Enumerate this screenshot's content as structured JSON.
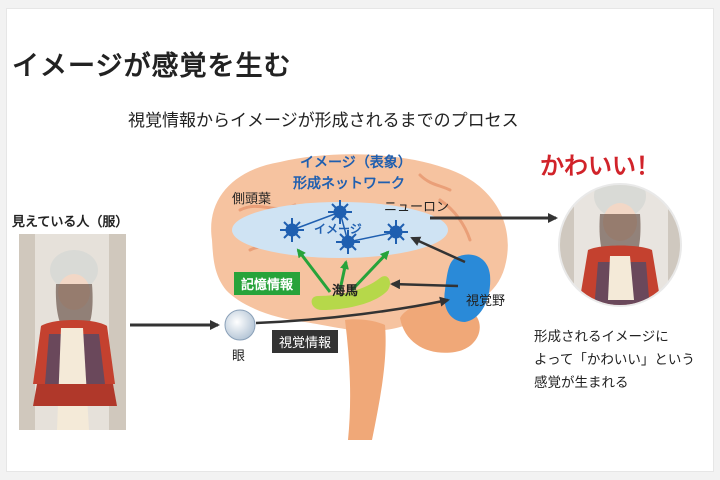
{
  "title": "イメージが感覚を生む",
  "subtitle": "視覚情報からイメージが形成されるまでのプロセス",
  "labels": {
    "image_representation": "イメージ（表象）",
    "network": "形成ネットワーク",
    "temporal_lobe": "側頭葉",
    "neuron": "ニューロン",
    "image": "イメージ",
    "memory_info": "記憶情報",
    "hippocampus": "海馬",
    "visual_cortex": "視覚野",
    "visual_info": "視覚情報",
    "eye": "眼",
    "seen_person": "見えている人（服）",
    "kawaii": "かわいい！",
    "caption_line1": "形成されるイメージに",
    "caption_line2": "よって「かわいい」という",
    "caption_line3": "感覚が生まれる"
  },
  "colors": {
    "brain": "#f6c3a0",
    "brainstem": "#f0a878",
    "network_oval": "#cfe3f3",
    "neuron": "#1f5fb0",
    "hippocampus": "#b6d84a",
    "visual_cortex": "#2a8ad8",
    "arrow": "#333333",
    "memory_arrow": "#27a33a",
    "accent_red": "#d1232a"
  }
}
